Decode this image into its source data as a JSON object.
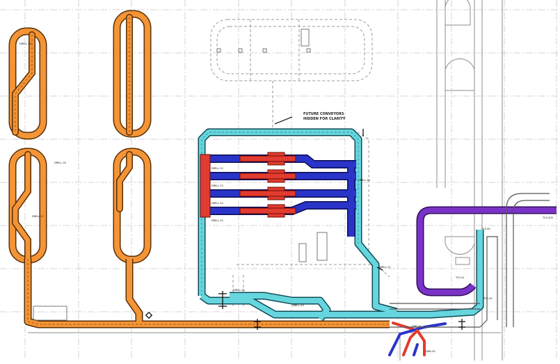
{
  "drawing": {
    "note_line1": "FUTURE CONVEYORS",
    "note_line2": "HIDDEN FOR CLARITY",
    "colors": {
      "orange": "#f39436",
      "orange_edge": "#5a2f05",
      "cyan": "#66d5de",
      "cyan_edge": "#0d4c55",
      "blue": "#2a34c9",
      "blue_edge": "#0b0d52",
      "red": "#e23b2f",
      "purple": "#7a33c7",
      "grid": "#c9c9c9",
      "ghost": "#9a9a9a"
    },
    "labels": {
      "orange_left_1": "DRB-L-13",
      "orange_left_2": "DRB-L-16",
      "orange_left_3": "DRB-L-17",
      "blue_1": "DRB-L-12",
      "blue_2": "DRB-L-13",
      "blue_3": "DRB-L-14",
      "blue_4": "DRB-L-15",
      "blue_5": "DRB-L-16",
      "cyan_1": "DRB-L-21",
      "cyan_2": "DRB-L-22",
      "cyan_3": "DRB-L-23",
      "purple_end": "TCS-505",
      "right_1": "TCS-40",
      "right_2": "TCS-41",
      "right_3": "TCS-42",
      "bottom_1": "DRB-38",
      "bottom_2": "DRB-39"
    }
  }
}
